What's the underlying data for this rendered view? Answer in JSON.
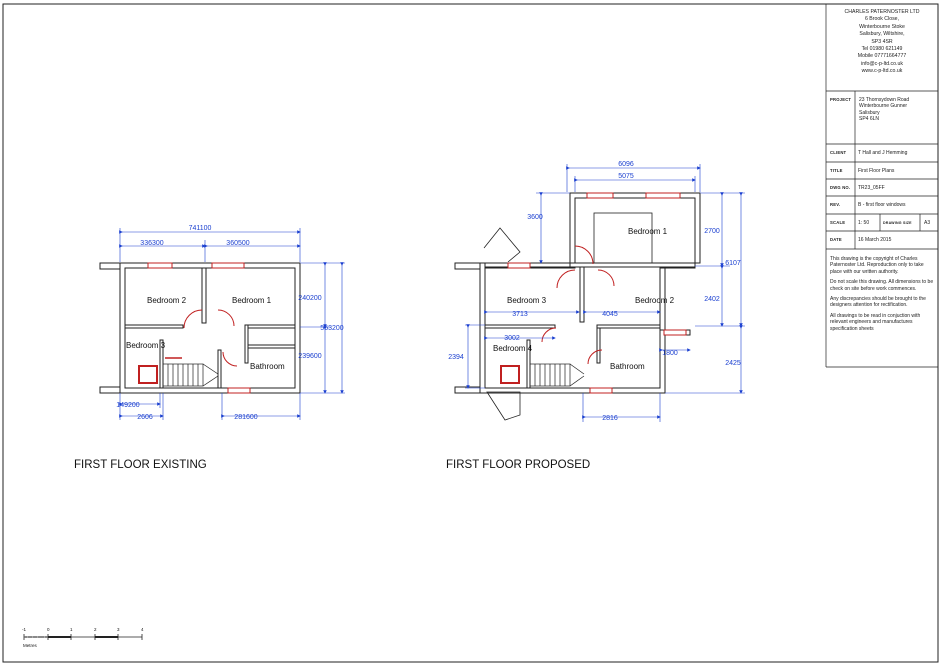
{
  "company": {
    "lines": [
      "CHARLES PATERNOSTER LTD",
      "6 Brook Close,",
      "Winterbourne Stoke",
      "Salisbury, Wiltshire,",
      "SP3 4SR",
      "Tel 01980 621149",
      "Mobile 07771664777",
      "info@c-p-ltd.co.uk",
      "www.c-p-ltd.co.uk"
    ]
  },
  "title_block": {
    "project_label": "PROJECT",
    "project_lines": [
      "23 Thornsydown Road",
      "Winterbourne Gunner",
      "Salisbury",
      "SP4 6LN"
    ],
    "client_label": "CLIENT",
    "client": "T Hall and J Hemming",
    "title_label": "TITLE",
    "title": "First Floor Plans",
    "dwg_label": "DWG NO.",
    "dwg": "TR23_05FF",
    "rev_label": "REV.",
    "rev": "B - first floor windows",
    "scale_label": "SCALE",
    "scale": "1: 50",
    "size_label": "DRAWING SIZE",
    "size": "A3",
    "date_label": "DATE",
    "date": "16 March 2015",
    "notes": [
      "This drawing is the copyright of Charles Paternoster Ltd. Reproduction only to take place with our written authority.",
      "Do not scale this drawing. All dimensions to be check on site before work commences.",
      "Any discrepancies should be brought to the designers attention for rectification.",
      "All drawings to be read in conjuction with relevant engineers and manufactures specification sheets"
    ]
  },
  "existing": {
    "label": "FIRST FLOOR EXISTING",
    "rooms": {
      "bedroom2": "Bedroom 2",
      "bedroom1": "Bedroom 1",
      "bedroom3": "Bedroom 3",
      "bathroom": "Bathroom"
    },
    "dims": {
      "overall": "741100",
      "left": "336300",
      "right": "360500",
      "h_top": "240200",
      "h_overall": "553200",
      "h_bottom": "239600",
      "bot_left": "149200",
      "bot_mid": "2606",
      "bot_right": "281600"
    }
  },
  "proposed": {
    "label": "FIRST FLOOR PROPOSED",
    "rooms": {
      "bedroom1": "Bedroom 1",
      "bedroom3": "Bedroom 3",
      "bedroom2": "Bedroom 2",
      "bedroom4": "Bedroom 4",
      "bathroom": "Bathroom"
    },
    "dims": {
      "top_outer": "6096",
      "top_inner": "5075",
      "left_ext": "3600",
      "r_top": "2700",
      "r_overall": "6107",
      "r_mid": "2402",
      "r_bot": "2425",
      "b3_width": "3713",
      "b2_width": "4045",
      "b4_width": "3002",
      "left_h": "2394",
      "side": "1800",
      "bot_width": "2816"
    }
  },
  "scale_bar": {
    "ticks": [
      "-1",
      "0",
      "1",
      "2",
      "3",
      "4"
    ],
    "unit": "Metres"
  }
}
